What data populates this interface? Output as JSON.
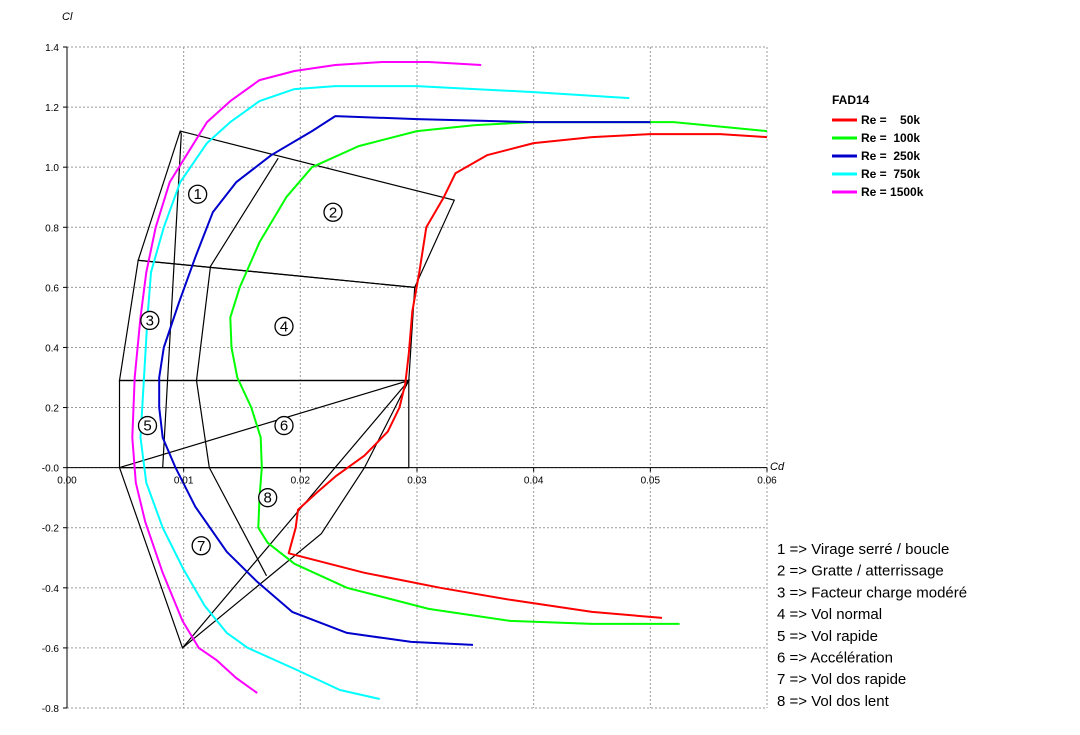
{
  "chart_data": {
    "type": "line",
    "title": "",
    "xlabel": "Cd",
    "ylabel": "Cl",
    "xlim": [
      0,
      0.06
    ],
    "ylim": [
      -0.8,
      1.4
    ],
    "x_ticks": [
      "0.00",
      "0.01",
      "0.02",
      "0.03",
      "0.04",
      "0.05",
      "0.06"
    ],
    "y_ticks": [
      "-0.8",
      "-0.6",
      "-0.4",
      "-0.2",
      "-0.0",
      "0.2",
      "0.4",
      "0.6",
      "0.8",
      "1.0",
      "1.2",
      "1.4"
    ],
    "grid": true,
    "legend": {
      "title": "FAD14",
      "placement": "right",
      "entries": [
        "Re =    50k",
        "Re =  100k",
        "Re =  250k",
        "Re =  750k",
        "Re = 1500k"
      ]
    },
    "series": [
      {
        "name": "Re =    50k",
        "color": "#ff0000",
        "points": [
          [
            0.051,
            -0.5
          ],
          [
            0.045,
            -0.48
          ],
          [
            0.038,
            -0.44
          ],
          [
            0.032,
            -0.4
          ],
          [
            0.0255,
            -0.35
          ],
          [
            0.0215,
            -0.31
          ],
          [
            0.0195,
            -0.29
          ],
          [
            0.019,
            -0.285
          ],
          [
            0.0196,
            -0.2
          ],
          [
            0.0198,
            -0.14
          ],
          [
            0.0215,
            -0.08
          ],
          [
            0.023,
            -0.03
          ],
          [
            0.0255,
            0.04
          ],
          [
            0.0275,
            0.12
          ],
          [
            0.0285,
            0.2
          ],
          [
            0.029,
            0.28
          ],
          [
            0.0293,
            0.38
          ],
          [
            0.0296,
            0.52
          ],
          [
            0.0302,
            0.65
          ],
          [
            0.0308,
            0.8
          ],
          [
            0.0323,
            0.9
          ],
          [
            0.0333,
            0.98
          ],
          [
            0.036,
            1.04
          ],
          [
            0.04,
            1.08
          ],
          [
            0.045,
            1.1
          ],
          [
            0.05,
            1.11
          ],
          [
            0.056,
            1.11
          ],
          [
            0.06,
            1.1
          ]
        ]
      },
      {
        "name": "Re =  100k",
        "color": "#00ff00",
        "points": [
          [
            0.0525,
            -0.52
          ],
          [
            0.045,
            -0.52
          ],
          [
            0.038,
            -0.51
          ],
          [
            0.031,
            -0.47
          ],
          [
            0.024,
            -0.4
          ],
          [
            0.0195,
            -0.32
          ],
          [
            0.0172,
            -0.25
          ],
          [
            0.0164,
            -0.2
          ],
          [
            0.0165,
            -0.1
          ],
          [
            0.0167,
            0.0
          ],
          [
            0.0166,
            0.1
          ],
          [
            0.0158,
            0.2
          ],
          [
            0.0146,
            0.3
          ],
          [
            0.0141,
            0.4
          ],
          [
            0.014,
            0.5
          ],
          [
            0.0148,
            0.6
          ],
          [
            0.0165,
            0.75
          ],
          [
            0.0188,
            0.9
          ],
          [
            0.021,
            1.0
          ],
          [
            0.025,
            1.07
          ],
          [
            0.03,
            1.12
          ],
          [
            0.035,
            1.14
          ],
          [
            0.04,
            1.15
          ],
          [
            0.046,
            1.15
          ],
          [
            0.052,
            1.15
          ],
          [
            0.06,
            1.12
          ]
        ]
      },
      {
        "name": "Re =  250k",
        "color": "#0000cc",
        "points": [
          [
            0.0348,
            -0.59
          ],
          [
            0.0295,
            -0.58
          ],
          [
            0.024,
            -0.55
          ],
          [
            0.0193,
            -0.48
          ],
          [
            0.0163,
            -0.38
          ],
          [
            0.0137,
            -0.28
          ],
          [
            0.011,
            -0.13
          ],
          [
            0.0093,
            0.0
          ],
          [
            0.0082,
            0.1
          ],
          [
            0.0079,
            0.2
          ],
          [
            0.0079,
            0.3
          ],
          [
            0.0083,
            0.4
          ],
          [
            0.0096,
            0.55
          ],
          [
            0.011,
            0.7
          ],
          [
            0.0125,
            0.85
          ],
          [
            0.0145,
            0.95
          ],
          [
            0.0175,
            1.04
          ],
          [
            0.021,
            1.12
          ],
          [
            0.023,
            1.17
          ],
          [
            0.03,
            1.16
          ],
          [
            0.04,
            1.15
          ],
          [
            0.05,
            1.15
          ]
        ]
      },
      {
        "name": "Re =  750k",
        "color": "#00ffff",
        "points": [
          [
            0.0268,
            -0.77
          ],
          [
            0.0234,
            -0.74
          ],
          [
            0.0195,
            -0.67
          ],
          [
            0.0155,
            -0.6
          ],
          [
            0.0137,
            -0.55
          ],
          [
            0.0118,
            -0.46
          ],
          [
            0.01,
            -0.34
          ],
          [
            0.0082,
            -0.2
          ],
          [
            0.0068,
            -0.05
          ],
          [
            0.0063,
            0.1
          ],
          [
            0.0066,
            0.3
          ],
          [
            0.0069,
            0.5
          ],
          [
            0.0072,
            0.65
          ],
          [
            0.0083,
            0.8
          ],
          [
            0.0097,
            0.95
          ],
          [
            0.012,
            1.08
          ],
          [
            0.014,
            1.15
          ],
          [
            0.0165,
            1.22
          ],
          [
            0.0195,
            1.26
          ],
          [
            0.023,
            1.27
          ],
          [
            0.03,
            1.27
          ],
          [
            0.04,
            1.25
          ],
          [
            0.0482,
            1.23
          ]
        ]
      },
      {
        "name": "Re = 1500k",
        "color": "#ff00ff",
        "points": [
          [
            0.0163,
            -0.75
          ],
          [
            0.0145,
            -0.7
          ],
          [
            0.0128,
            -0.64
          ],
          [
            0.0113,
            -0.6
          ],
          [
            0.0099,
            -0.51
          ],
          [
            0.0082,
            -0.35
          ],
          [
            0.0067,
            -0.18
          ],
          [
            0.0059,
            -0.05
          ],
          [
            0.0056,
            0.1
          ],
          [
            0.0058,
            0.3
          ],
          [
            0.0063,
            0.5
          ],
          [
            0.0068,
            0.65
          ],
          [
            0.0076,
            0.8
          ],
          [
            0.0088,
            0.95
          ],
          [
            0.0104,
            1.05
          ],
          [
            0.012,
            1.15
          ],
          [
            0.014,
            1.22
          ],
          [
            0.0165,
            1.29
          ],
          [
            0.0195,
            1.32
          ],
          [
            0.023,
            1.34
          ],
          [
            0.027,
            1.35
          ],
          [
            0.031,
            1.35
          ],
          [
            0.0355,
            1.34
          ]
        ]
      }
    ],
    "zones": [
      {
        "label": "1",
        "label_at": [
          0.0112,
          0.91
        ],
        "polygon": [
          [
            0.0061,
            0.69
          ],
          [
            0.0097,
            1.12
          ],
          [
            0.0332,
            0.89
          ],
          [
            0.0298,
            0.6
          ]
        ]
      },
      {
        "label": "2",
        "label_at": [
          0.0228,
          0.85
        ]
      },
      {
        "label": "3",
        "label_at": [
          0.0071,
          0.49
        ],
        "polygon": [
          [
            0.0045,
            0.29
          ],
          [
            0.0061,
            0.69
          ],
          [
            0.0298,
            0.6
          ],
          [
            0.0293,
            0.29
          ]
        ]
      },
      {
        "label": "4",
        "label_at": [
          0.0186,
          0.47
        ]
      },
      {
        "label": "5",
        "label_at": [
          0.0069,
          0.14
        ],
        "polygon": [
          [
            0.0045,
            0.29
          ],
          [
            0.0045,
            0.0
          ],
          [
            0.0293,
            0.0
          ],
          [
            0.0293,
            0.29
          ]
        ]
      },
      {
        "label": "6",
        "label_at": [
          0.0186,
          0.14
        ]
      },
      {
        "label": "7",
        "label_at": [
          0.0115,
          -0.26
        ],
        "polygon": [
          [
            0.0045,
            0.0
          ],
          [
            0.0099,
            -0.6
          ],
          [
            0.0293,
            0.29
          ]
        ]
      },
      {
        "label": "8",
        "label_at": [
          0.0172,
          -0.1
        ]
      }
    ],
    "zone_dividers": [
      [
        [
          0.0097,
          1.12
        ],
        [
          0.0098,
          1.11
        ],
        [
          0.0082,
          0.0
        ],
        [
          0.0082,
          -0.0
        ]
      ],
      [
        [
          0.0181,
          1.03
        ],
        [
          0.0123,
          0.67
        ],
        [
          0.0111,
          0.29
        ],
        [
          0.0122,
          0.0
        ],
        [
          0.0171,
          -0.36
        ]
      ],
      [
        [
          0.0099,
          -0.6
        ],
        [
          0.0218,
          -0.22
        ],
        [
          0.0255,
          0.0
        ],
        [
          0.0293,
          0.29
        ]
      ]
    ],
    "descriptions": [
      "1 => Virage serré / boucle",
      "2 => Gratte / atterrissage",
      "3 => Facteur charge modéré",
      "4 => Vol normal",
      "5 => Vol rapide",
      "6 => Accélération",
      "7 => Vol dos rapide",
      "8 => Vol dos lent"
    ]
  }
}
